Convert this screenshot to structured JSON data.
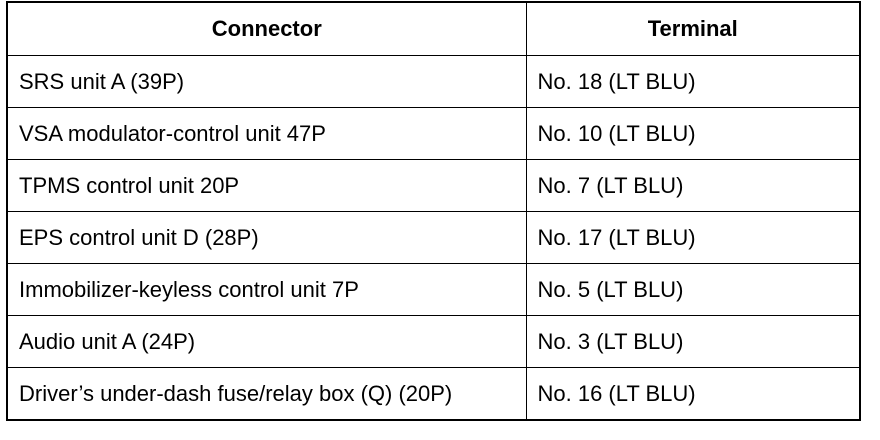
{
  "table": {
    "headers": [
      "Connector",
      "Terminal"
    ],
    "rows": [
      [
        "SRS unit A (39P)",
        "No. 18 (LT BLU)"
      ],
      [
        "VSA modulator-control unit 47P",
        "No. 10 (LT BLU)"
      ],
      [
        "TPMS control unit 20P",
        "No. 7 (LT BLU)"
      ],
      [
        "EPS control unit D (28P)",
        "No. 17 (LT BLU)"
      ],
      [
        "Immobilizer-keyless control unit 7P",
        "No. 5 (LT BLU)"
      ],
      [
        "Audio unit A (24P)",
        "No. 3 (LT BLU)"
      ],
      [
        "Driver’s under-dash fuse/relay box (Q) (20P)",
        "No. 16 (LT BLU)"
      ]
    ]
  }
}
